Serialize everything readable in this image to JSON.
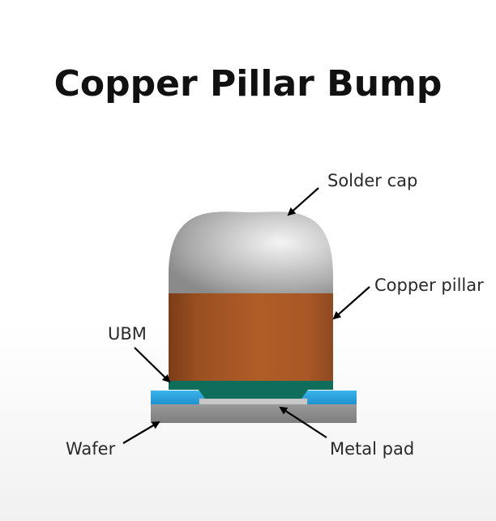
{
  "title": "Copper Pillar Bump",
  "labels": {
    "solder_cap": "Solder cap",
    "copper_pillar": "Copper pillar",
    "ubm": "UBM",
    "wafer": "Wafer",
    "metal_pad": "Metal pad"
  },
  "colors": {
    "solder_cap": "#b9b9b9",
    "copper_pillar": "#a85a26",
    "ubm": "#0f6d5c",
    "passivation": "#2aa4de",
    "wafer": "#8e8e8e",
    "metal_pad": "#c8c8c8",
    "arrow": "#000000"
  }
}
